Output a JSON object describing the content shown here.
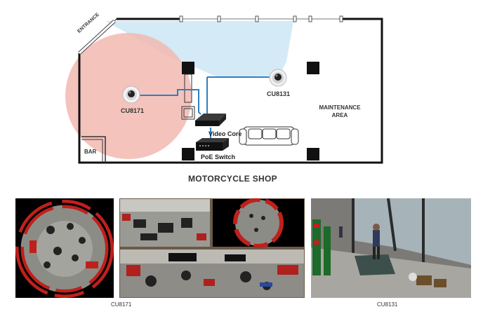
{
  "floorplan": {
    "title": "MOTORCYCLE SHOP",
    "labels": {
      "entrance": "ENTRANCE",
      "bar": "BAR",
      "maintenance": [
        "MAINTENANCE",
        "AREA"
      ]
    },
    "devices": {
      "video_core": "Video Core",
      "poe_switch": "PoE Switch"
    },
    "cameras": [
      {
        "name": "CU8171",
        "type": "fisheye",
        "coverage_color": "#f2b8b0"
      },
      {
        "name": "CU8131",
        "type": "dome",
        "coverage_color": "#cfe8f6"
      }
    ],
    "cable_color": "#2f7fc2"
  },
  "views": {
    "fisheye_caption": "CU8171",
    "dome_caption": "CU8131",
    "panel_border_color": "#8a6a4a"
  }
}
